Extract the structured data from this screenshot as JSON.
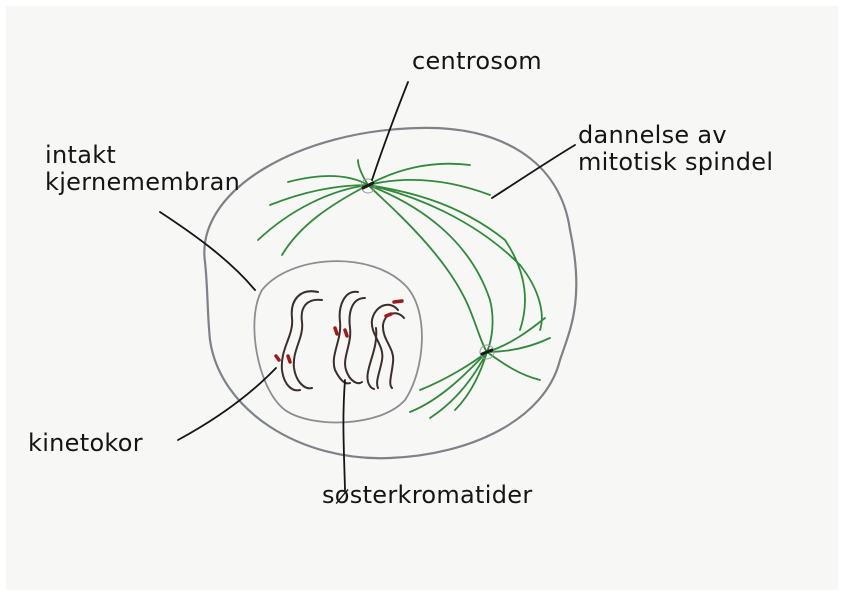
{
  "labels": {
    "centrosome": "centrosom",
    "spindle_line1": "dannelse av",
    "spindle_line2": "mitotisk spindel",
    "membrane_line1": "intakt",
    "membrane_line2": "kjernemembran",
    "kinetochore": "kinetokor",
    "sister_chromatids": "søsterkromatider"
  },
  "colors": {
    "paper": "#f7f7f6",
    "cell_outline": "#7d8288",
    "nucleus_outline": "#8a8d92",
    "spindle": "#2f8a3a",
    "chromatid_outline": "#3a2f2c",
    "kinetochore": "#a01818",
    "pointer_line": "#151515",
    "centrosome": "#1a1a1a"
  }
}
